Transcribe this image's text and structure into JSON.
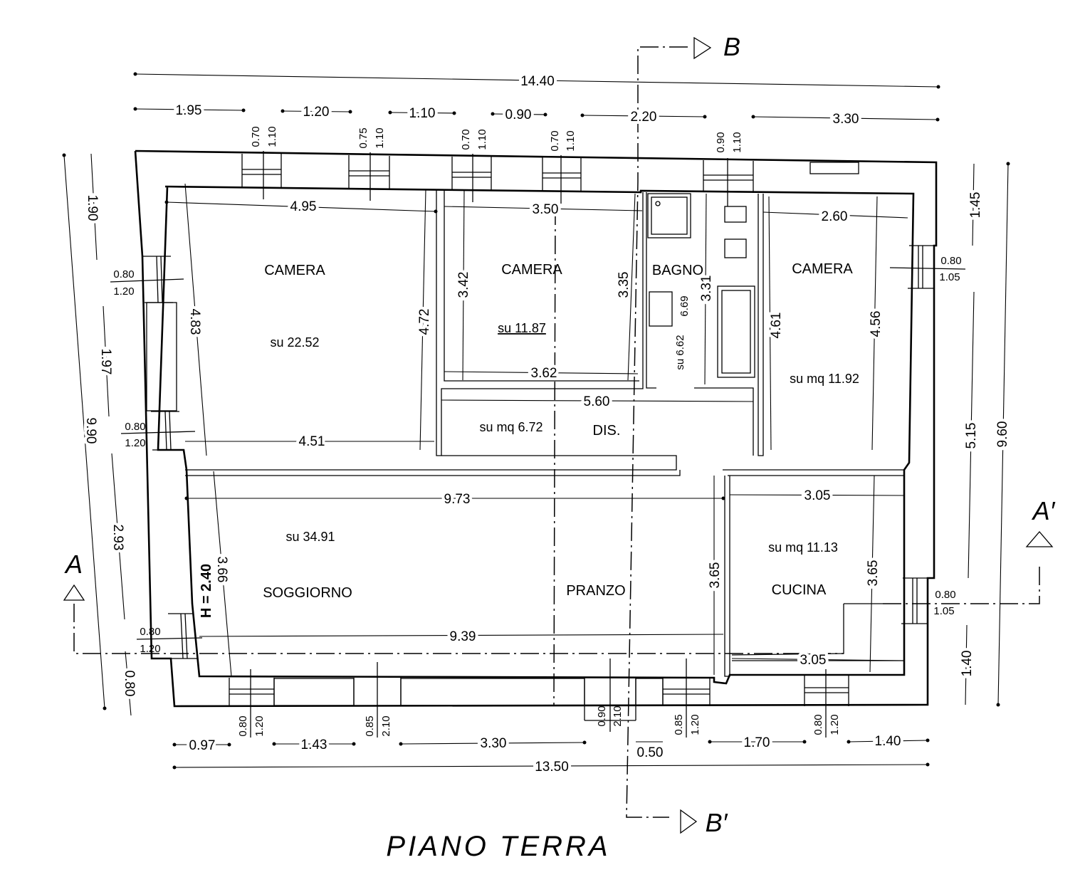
{
  "title": "PIANO TERRA",
  "height_label": "H = 2.40",
  "rooms": [
    {
      "name": "CAMERA",
      "area": "su 22.52",
      "width": "4.95",
      "depth": "4.83",
      "inner_depth": "4.72",
      "bottom_width": "4.51"
    },
    {
      "name": "CAMERA",
      "area": "su 11.87",
      "width": "3.50",
      "depth": "3.42",
      "inner_depth": "3.35",
      "bottom_width": "3.62"
    },
    {
      "name": "BAGNO",
      "area": "su 6.62",
      "area_alt": "6.69",
      "depth": "3.31"
    },
    {
      "name": "CAMERA",
      "area": "su mq 11.92",
      "width": "2.60",
      "depth": "4.61",
      "inner_depth": "4.56"
    },
    {
      "name": "DIS.",
      "area": "su mq 6.72",
      "width": "5.60"
    },
    {
      "name": "SOGGIORNO",
      "area": "su 34.91",
      "width": "9.73",
      "bottom_width": "9.39",
      "depth": "3.66"
    },
    {
      "name": "PRANZO",
      "depth": "3.65"
    },
    {
      "name": "CUCINA",
      "area": "su mq 11.13",
      "width": "3.05",
      "bottom_width": "3.05",
      "depth": "3.65"
    }
  ],
  "dimensions": {
    "overall_top": "14.40",
    "overall_bottom": "13.50",
    "overall_left": "9.90",
    "overall_right": "9.60",
    "top": [
      "1.95",
      "1.20",
      "1.10",
      "0.90",
      "2.20",
      "3.30"
    ],
    "bottom": [
      "0.97",
      "1.43",
      "3.30",
      "0.50",
      "1.70",
      "1.40"
    ],
    "left": [
      "1.90",
      "1.97",
      "2.93",
      "0.80"
    ],
    "right": [
      "1.45",
      "5.15",
      "1.40"
    ],
    "top_openings": [
      [
        "0.70",
        "1.10"
      ],
      [
        "0.75",
        "1.10"
      ],
      [
        "0.70",
        "1.10"
      ],
      [
        "0.70",
        "1.10"
      ],
      [
        "0.90",
        "1.10"
      ]
    ],
    "bottom_openings": [
      [
        "0.80",
        "1.20"
      ],
      [
        "0.85",
        "2.10"
      ],
      [
        "0.90",
        "2.10"
      ],
      [
        "0.85",
        "1.20"
      ],
      [
        "0.80",
        "1.20"
      ]
    ],
    "left_openings": [
      [
        "0.80",
        "1.20"
      ],
      [
        "0.80",
        "1.20"
      ],
      [
        "0.80",
        "1.20"
      ]
    ],
    "right_openings": [
      [
        "0.80",
        "1.05"
      ],
      [
        "0.80",
        "1.05"
      ]
    ]
  },
  "sections": {
    "a": "A",
    "a_prime": "A′",
    "b": "B",
    "b_prime": "B′"
  }
}
